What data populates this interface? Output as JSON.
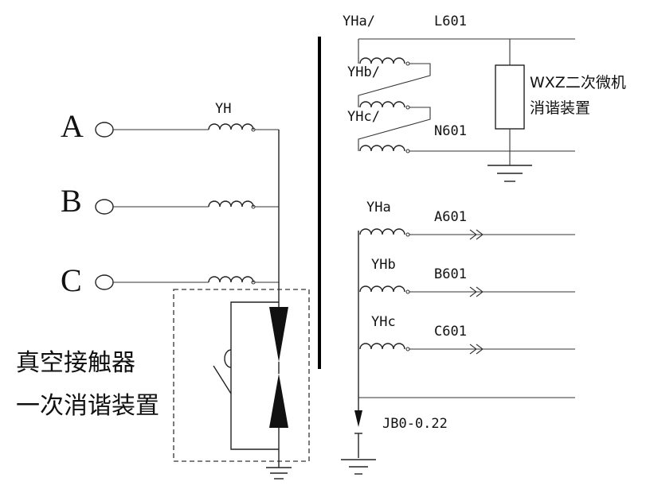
{
  "primary": {
    "phases": [
      "A",
      "B",
      "C"
    ],
    "transformer_label": "YH",
    "device_label_line1": "真空接触器",
    "device_label_line2": "一次消谐装置"
  },
  "open_delta": {
    "winding_labels": [
      "YHa/",
      "YHb/",
      "YHc/"
    ],
    "line_labels": [
      "L601",
      "N601"
    ],
    "device_label_line1": "WXZ二次微机",
    "device_label_line2": "消谐装置"
  },
  "star_secondary": {
    "winding_labels": [
      "YHa",
      "YHb",
      "YHc"
    ],
    "line_labels": [
      "A601",
      "B601",
      "C601"
    ],
    "ground_label": "JB0-0.22"
  }
}
